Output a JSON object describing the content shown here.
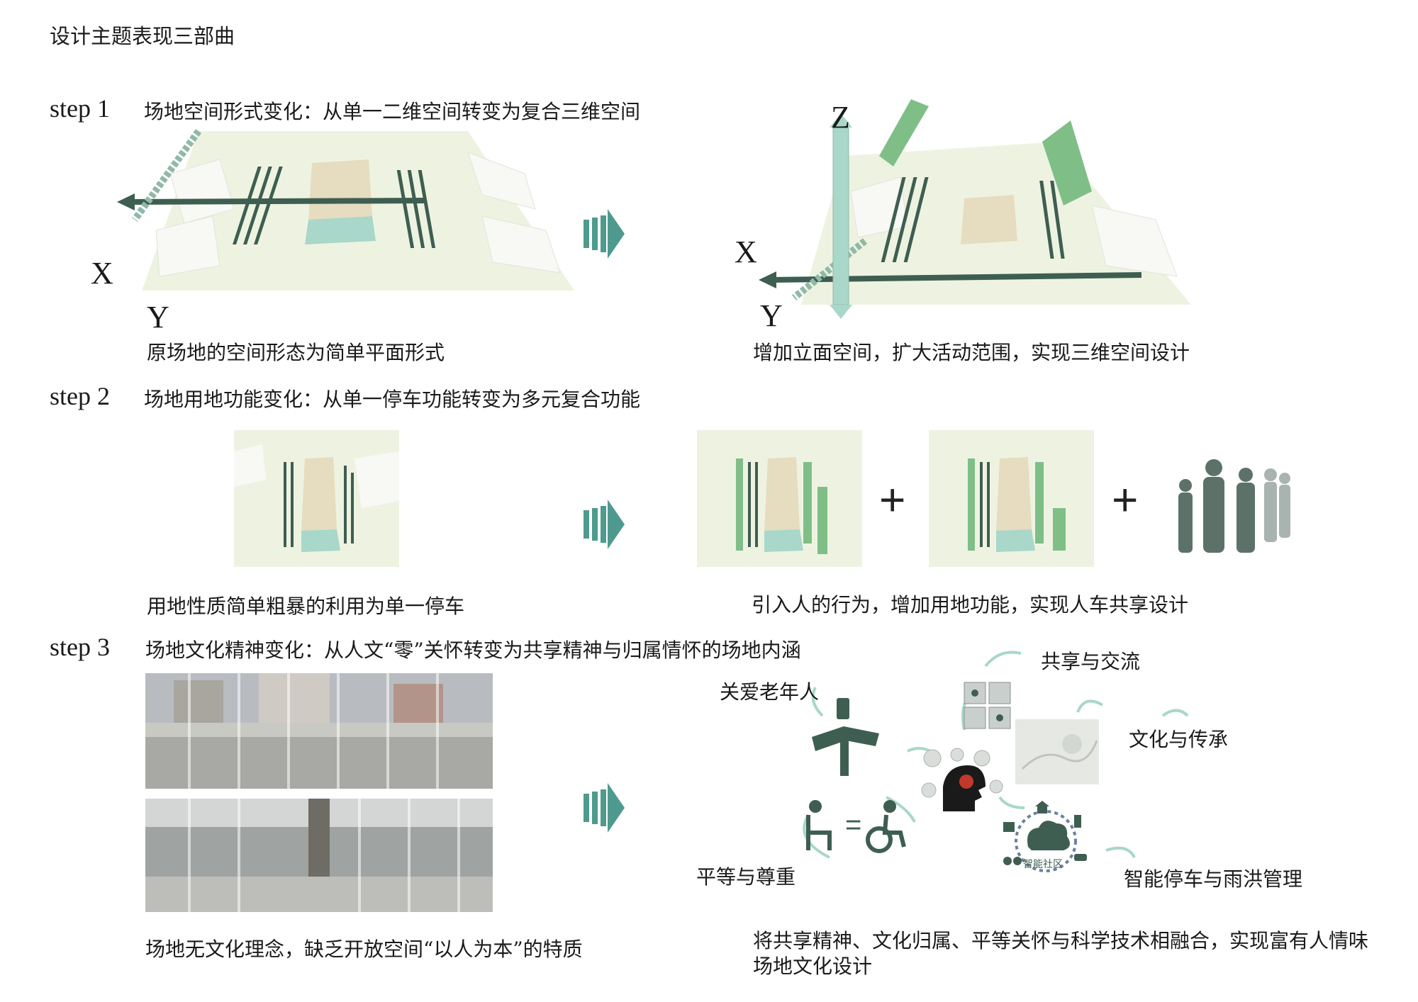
{
  "title": "设计主题表现三部曲",
  "steps": [
    {
      "label": "step 1",
      "heading": "场地空间形式变化：从单一二维空间转变为复合三维空间",
      "left_caption": "原场地的空间形态为简单平面形式",
      "right_caption": "增加立面空间，扩大活动范围，实现三维空间设计",
      "axes": {
        "x": "X",
        "y": "Y",
        "z": "Z"
      }
    },
    {
      "label": "step 2",
      "heading": "场地用地功能变化：从单一停车功能转变为多元复合功能",
      "left_caption": "用地性质简单粗暴的利用为单一停车",
      "right_caption": "引入人的行为，增加用地功能，实现人车共享设计",
      "plus": "+"
    },
    {
      "label": "step 3",
      "heading": "场地文化精神变化：从人文“零”关怀转变为共享精神与归属情怀的场地内涵",
      "left_caption": "场地无文化理念，缺乏开放空间“以人为本”的特质",
      "right_caption_line1": "将共享精神、文化归属、平等关怀与科学技术相融合，实现富有人情味",
      "right_caption_line2": "场地文化设计",
      "nodes": {
        "elderly": "关爱老年人",
        "sharing": "共享与交流",
        "culture": "文化与传承",
        "equality": "平等与尊重",
        "smart": "智能停车与雨洪管理",
        "community": "智能社区",
        "equals": "="
      }
    }
  ],
  "colors": {
    "teal": "#4f9a8e",
    "dark_green": "#3f5e52",
    "light_green": "#e9f0dc",
    "mint": "#a9d7c9",
    "road": "#f4f6f4",
    "plant": "#7fbf87"
  }
}
